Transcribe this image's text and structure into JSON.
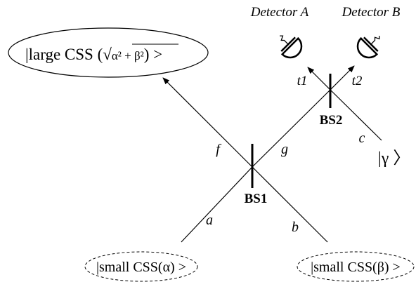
{
  "detectors": {
    "a": "Detector A",
    "b": "Detector B"
  },
  "states": {
    "large_css_prefix": "|large CSS (",
    "large_css_sqrt_body": "α² + β²",
    "large_css_suffix": ") >",
    "small_css_alpha": "|small CSS(α) >",
    "small_css_beta": "|small CSS(β) >",
    "gamma": "|γ 〉"
  },
  "beam_splitters": {
    "bs1": "BS1",
    "bs2": "BS2"
  },
  "modes": {
    "a": "a",
    "b": "b",
    "c": "c",
    "f": "f",
    "g": "g",
    "t1": "t1",
    "t2": "t2"
  }
}
